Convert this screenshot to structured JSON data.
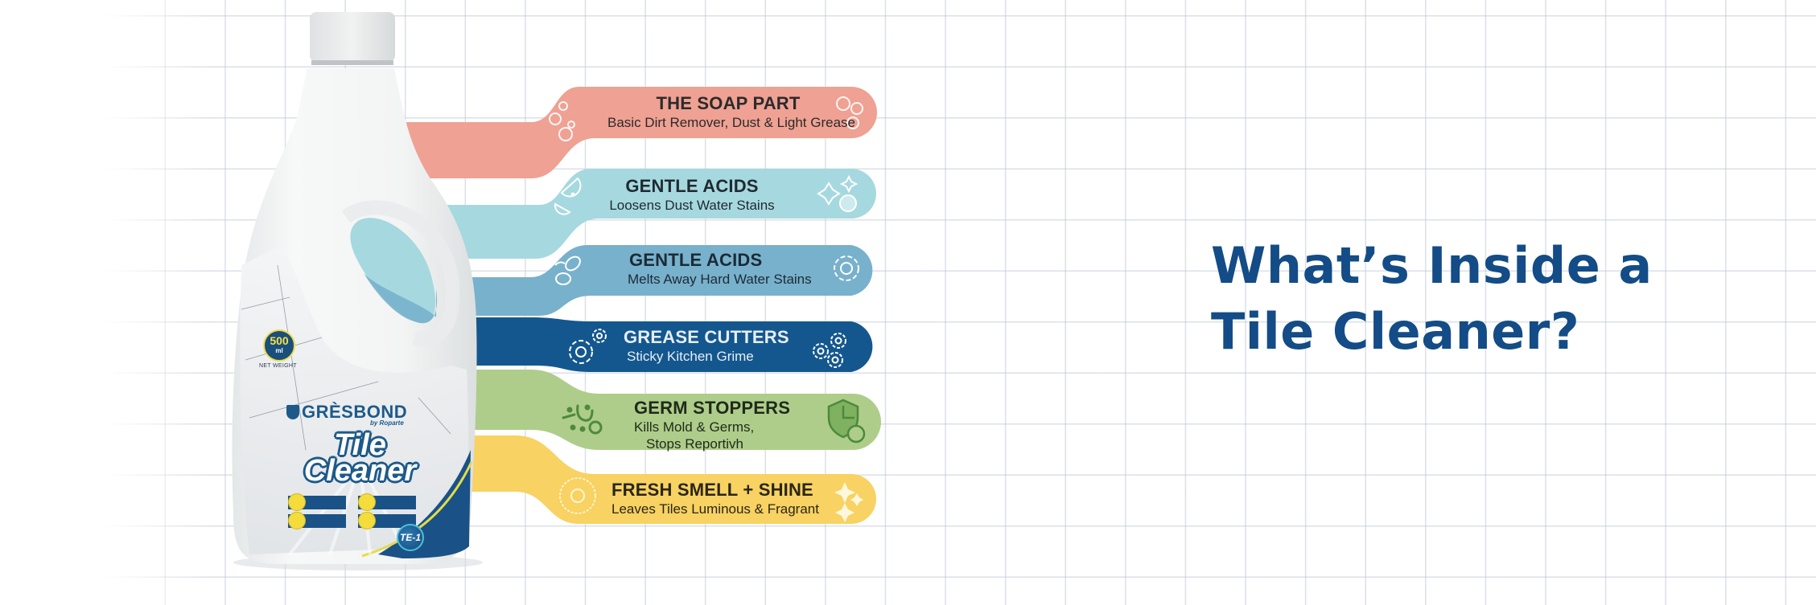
{
  "page": {
    "heading_line1": "What’s Inside a",
    "heading_line2": "Tile Cleaner?",
    "heading_color": "#134C86"
  },
  "product": {
    "brand": "GRÈSBOND",
    "brand_sub": "by Roparte",
    "name_line1": "Tile",
    "name_line2": "Cleaner",
    "volume": "500",
    "volume_unit": "ml",
    "net_weight_label": "NET WEIGHT",
    "badge": "TE-1",
    "features": [
      "",
      "",
      "",
      ""
    ]
  },
  "ingredients": [
    {
      "title": "THE SOAP PART",
      "subtitle": "Basic Dirt Remover, Dust & Light Grease",
      "color": "#EFA193",
      "text_color": "#2b2b2b",
      "left_icon": "bubbles-icon",
      "right_icon": "bubbles-icon"
    },
    {
      "title": "GENTLE ACIDS",
      "subtitle": "Loosens Dust Water Stains",
      "color": "#A6D8DF",
      "text_color": "#1f2a30",
      "left_icon": "lemon-slice-icon",
      "right_icon": "sparkle-citrus-icon"
    },
    {
      "title": "GENTLE ACIDS",
      "subtitle": "Melts Away Hard Water Stains",
      "color": "#78B1CC",
      "text_color": "#1c2a36",
      "left_icon": "lemon-slice-icon",
      "right_icon": "gear-icon"
    },
    {
      "title": "GREASE CUTTERS",
      "subtitle": "Sticky Kitchen Grime",
      "color": "#14578E",
      "text_color": "#e6eef6",
      "left_icon": "gears-icon",
      "right_icon": "gears-icon"
    },
    {
      "title": "GERM STOPPERS",
      "subtitle_line1": "Kills Mold & Germs,",
      "subtitle_line2": "Stops Reportivh",
      "color": "#AECD8A",
      "text_color": "#1f2a1a",
      "left_icon": "germ-icon",
      "right_icon": "shield-icon"
    },
    {
      "title": "FRESH SMELL + SHINE",
      "subtitle": "Leaves Tiles Luminous & Fragrant",
      "color": "#F8D262",
      "text_color": "#2a2616",
      "left_icon": "sun-flower-icon",
      "right_icon": "sparkles-icon"
    }
  ]
}
